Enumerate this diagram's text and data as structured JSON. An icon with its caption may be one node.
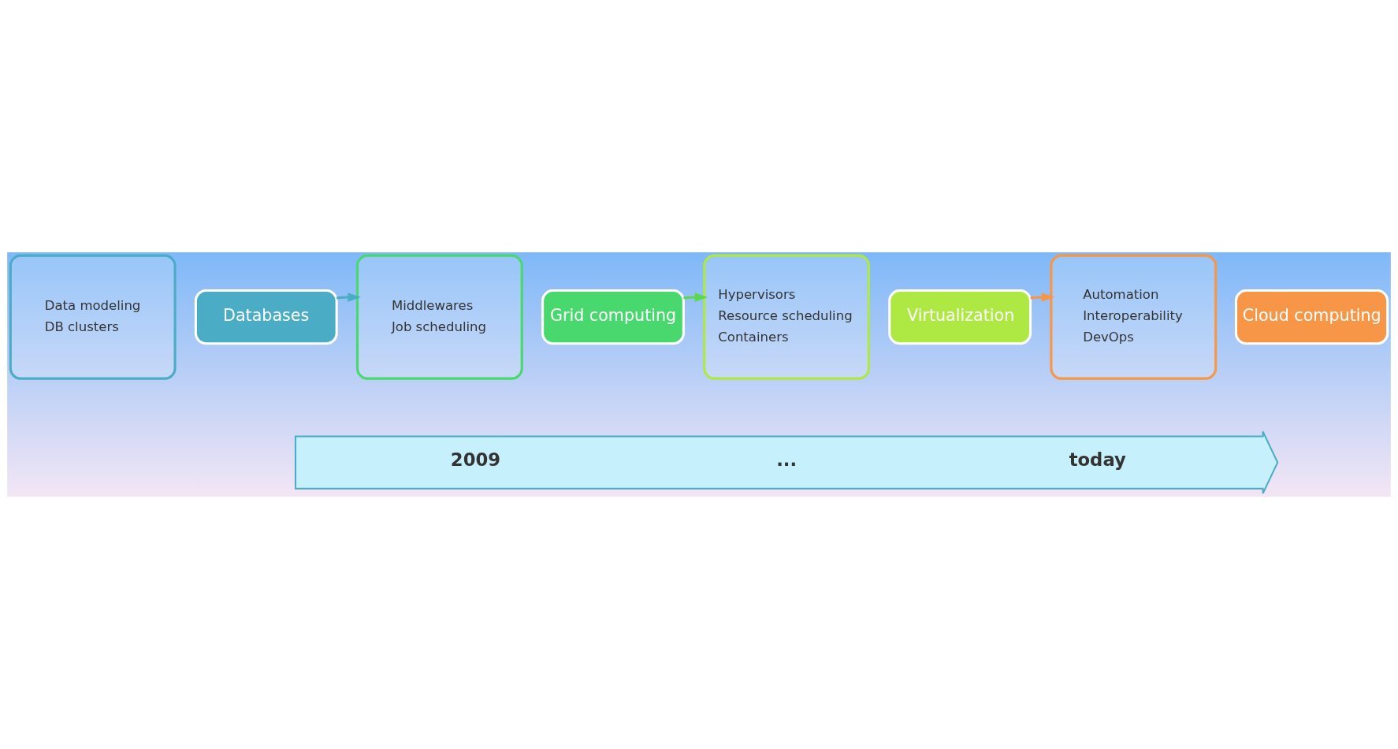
{
  "diagram": {
    "nodes": [
      {
        "text": [
          "Data modeling",
          "DB clusters"
        ]
      },
      {
        "text": [
          "Databases"
        ]
      },
      {
        "text": [
          "Middlewares",
          "Job scheduling"
        ]
      },
      {
        "text": [
          "Grid computing"
        ]
      },
      {
        "text": [
          "Hypervisors",
          "Resource scheduling",
          "Containers"
        ]
      },
      {
        "text": [
          "Virtualization"
        ]
      },
      {
        "text": [
          "Automation",
          "Interoperability",
          "DevOps"
        ]
      },
      {
        "text": [
          "Cloud computing"
        ]
      },
      {
        "text": [
          "2009",
          "...",
          "today"
        ]
      }
    ],
    "edges": [
      {
        "from": 1,
        "to": 2,
        "arrow": "to",
        "color": "#4aacc5"
      },
      {
        "from": 3,
        "to": 4,
        "arrow": "to",
        "color": "#5ad94a"
      },
      {
        "from": 5,
        "to": 6,
        "arrow": "to",
        "color": "#f79646"
      }
    ]
  }
}
